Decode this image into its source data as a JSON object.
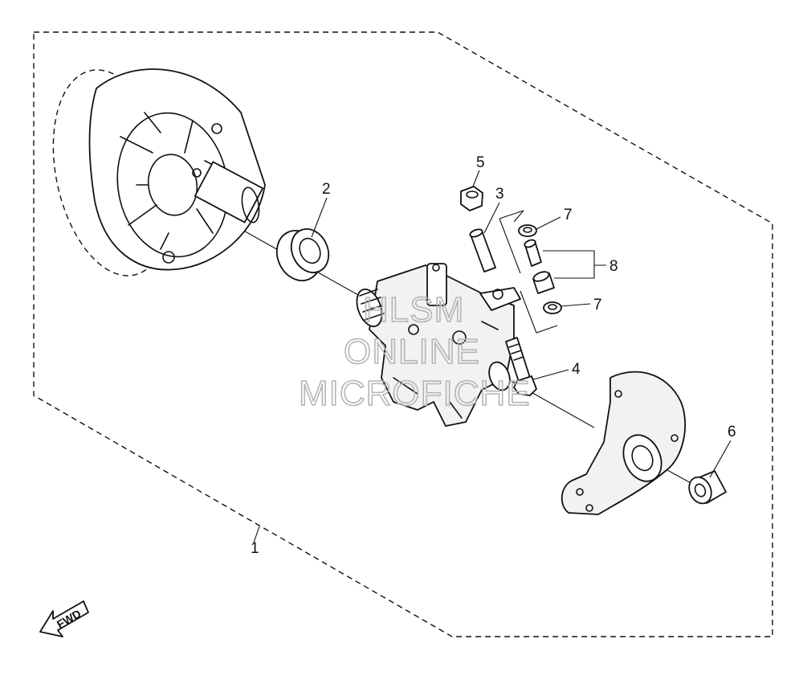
{
  "diagram": {
    "callouts": [
      {
        "id": "1",
        "label": "1"
      },
      {
        "id": "2",
        "label": "2"
      },
      {
        "id": "3",
        "label": "3"
      },
      {
        "id": "4",
        "label": "4"
      },
      {
        "id": "5",
        "label": "5"
      },
      {
        "id": "6",
        "label": "6"
      },
      {
        "id": "7a",
        "label": "7"
      },
      {
        "id": "7b",
        "label": "7"
      },
      {
        "id": "8",
        "label": "8"
      }
    ],
    "direction_arrow": {
      "label": "FWD"
    },
    "watermark": {
      "line1": "HLSM",
      "line2": "ONLINE",
      "line3": "MICROFICHE"
    }
  }
}
